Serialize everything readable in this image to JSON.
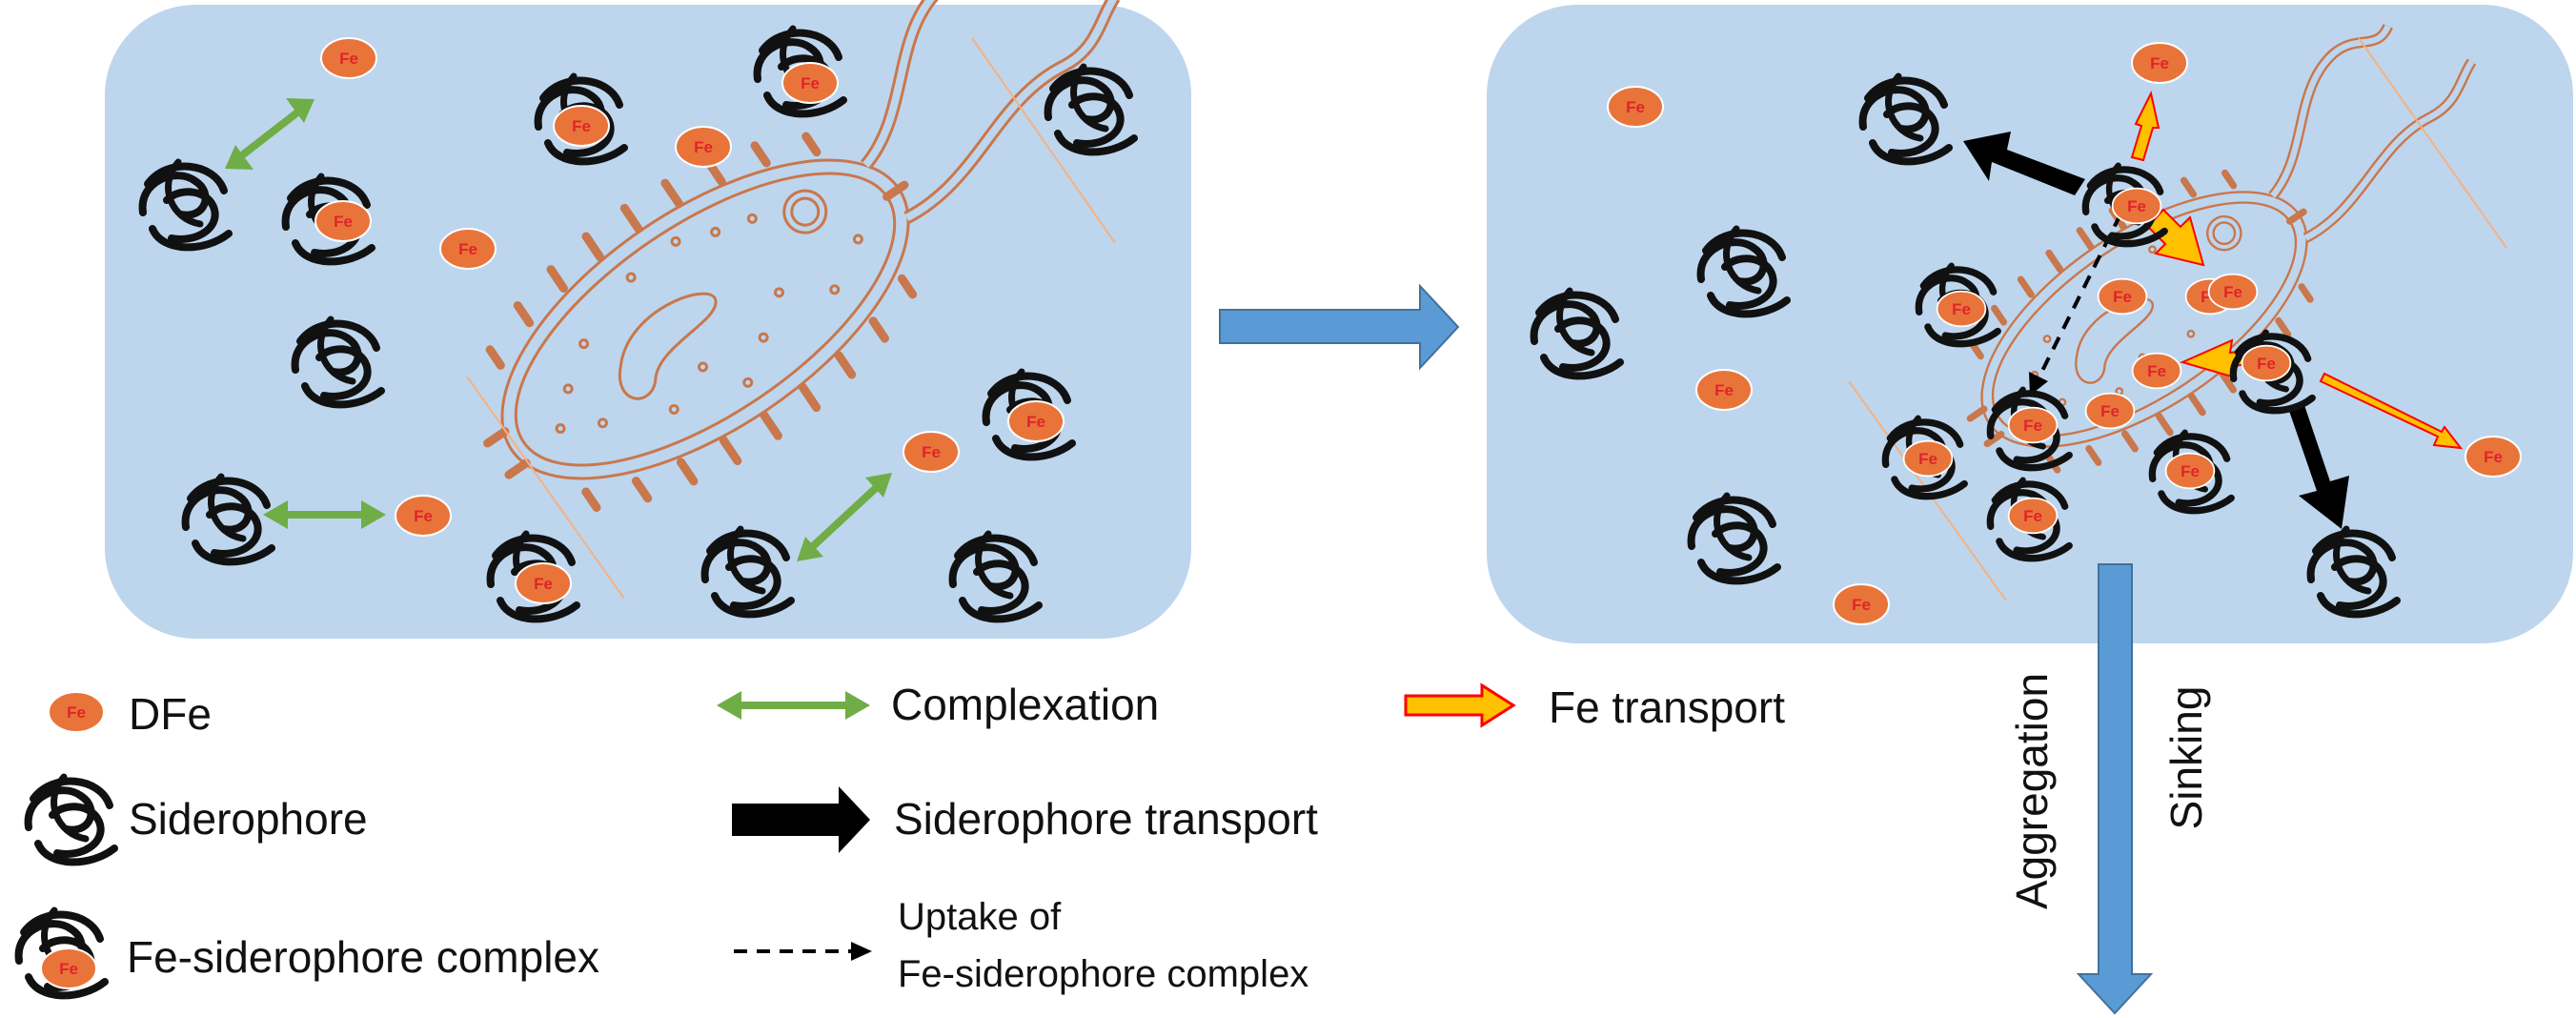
{
  "colors": {
    "panel_fill": "#bdd6ee",
    "dfe_fill": "#e8743a",
    "fe_label": "#e0242a",
    "bacterium_outline": "#c9774c",
    "complexation_arrow": "#70ad47",
    "fe_transport_fill": "#ffc000",
    "fe_transport_outline": "#ff0000",
    "siderophore_arrow": "#000000",
    "flow_arrow": "#5b9bd5"
  },
  "icons": {
    "dfe": "dfe-icon",
    "siderophore": "siderophore-icon",
    "complex": "fe-siderophore-complex-icon",
    "bacterium": "bacterium-icon"
  },
  "fe_label": "Fe",
  "legend": {
    "dfe": "DFe",
    "siderophore": "Siderophore",
    "complex": "Fe-siderophore complex",
    "complexation": "Complexation",
    "siderophore_transport": "Siderophore transport",
    "uptake_line1": "Uptake of",
    "uptake_line2": "Fe-siderophore  complex",
    "fe_transport": "Fe transport"
  },
  "flow": {
    "aggregation": "Aggregation",
    "sinking": "Sinking"
  }
}
